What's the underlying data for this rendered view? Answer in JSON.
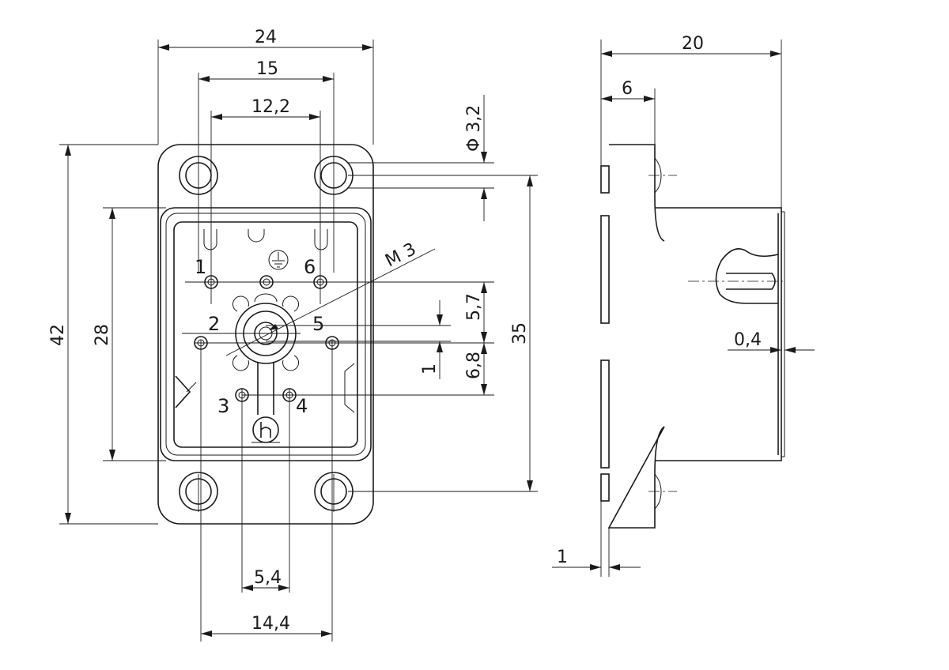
{
  "front_view": {
    "dimensions": {
      "width_24": "24",
      "width_15": "15",
      "width_12_2": "12,2",
      "width_14_4": "14,4",
      "width_5_4": "5,4",
      "height_42": "42",
      "height_28": "28",
      "height_35": "35",
      "offset_5_7": "5,7",
      "offset_6_8": "6,8",
      "offset_1": "1",
      "hole_dia": "Φ 3,2",
      "thread": "M 3"
    },
    "pins": [
      "1",
      "2",
      "3",
      "4",
      "5",
      "6"
    ]
  },
  "side_view": {
    "dimensions": {
      "depth_20": "20",
      "flange_6": "6",
      "gap_0_4": "0,4",
      "thickness_1": "1"
    }
  }
}
